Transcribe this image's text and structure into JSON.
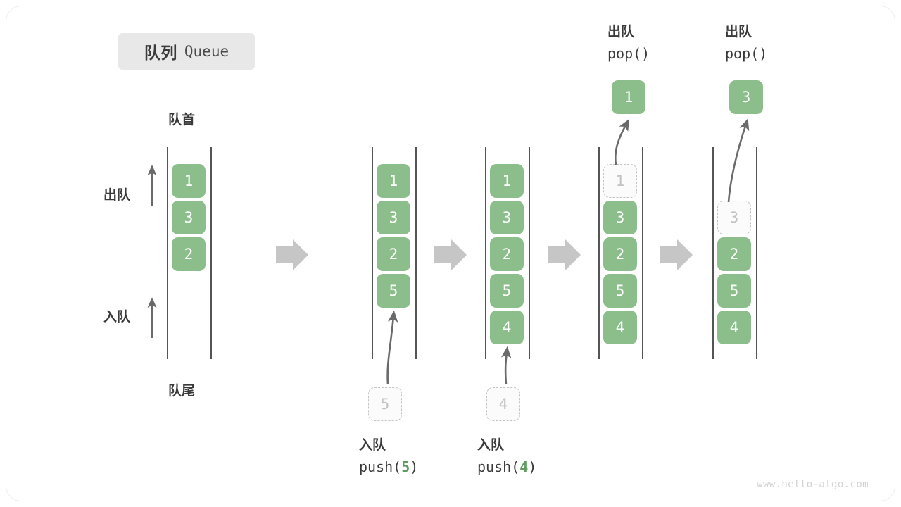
{
  "diagram": {
    "title_cn": "队列",
    "title_en": "Queue",
    "head_label": "队首",
    "tail_label": "队尾",
    "dequeue_label": "出队",
    "enqueue_label": "入队",
    "footer": "www.hello-algo.com",
    "colors": {
      "element_green": "#8cbe8c",
      "ghost_gray": "#c2c2c2",
      "arrow_gray": "#c6c6c6",
      "text_dark": "#3a3a3a",
      "badge_bg": "#e8e8e8",
      "accent_green": "#5d9e5d"
    },
    "steps": [
      {
        "id": "initial",
        "elements": [
          "1",
          "3",
          "2"
        ],
        "ghost_index": null,
        "operation": null
      },
      {
        "id": "after-push-5",
        "elements": [
          "1",
          "3",
          "2",
          "5"
        ],
        "ghost_index": null,
        "operation": {
          "kind": "push",
          "cn": "入队",
          "code_prefix": "push(",
          "code_arg": "5",
          "code_suffix": ")",
          "incoming_value": "5"
        }
      },
      {
        "id": "after-push-4",
        "elements": [
          "1",
          "3",
          "2",
          "5",
          "4"
        ],
        "ghost_index": null,
        "operation": {
          "kind": "push",
          "cn": "入队",
          "code_prefix": "push(",
          "code_arg": "4",
          "code_suffix": ")",
          "incoming_value": "4"
        }
      },
      {
        "id": "pop-1",
        "elements": [
          "1",
          "3",
          "2",
          "5",
          "4"
        ],
        "ghost_index": 0,
        "operation": {
          "kind": "pop",
          "cn": "出队",
          "code": "pop()",
          "popped_value": "1"
        }
      },
      {
        "id": "pop-3",
        "elements": [
          "3",
          "2",
          "5",
          "4"
        ],
        "ghost_index": 0,
        "operation": {
          "kind": "pop",
          "cn": "出队",
          "code": "pop()",
          "popped_value": "3"
        }
      }
    ],
    "separators": [
      "arrow-right",
      "arrow-right",
      "arrow-right",
      "arrow-right"
    ]
  }
}
